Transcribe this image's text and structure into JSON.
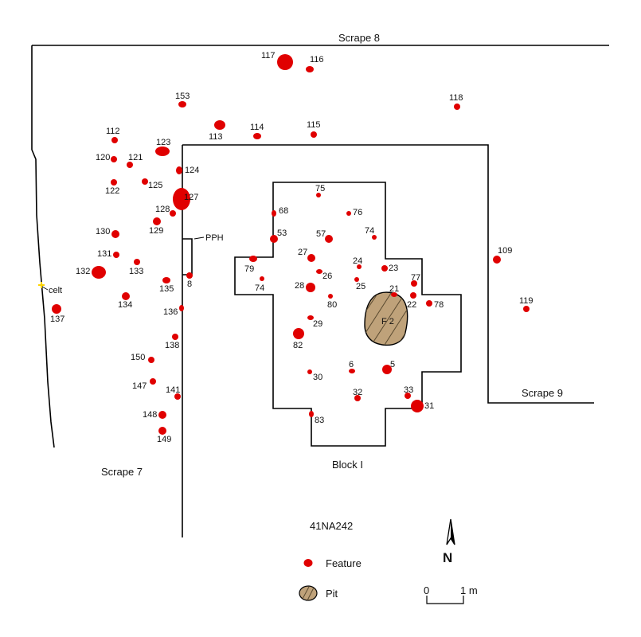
{
  "site_id": "41NA242",
  "areas": {
    "scrape_8": "Scrape 8",
    "scrape_7": "Scrape 7",
    "scrape_9": "Scrape 9",
    "block_1": "Block I"
  },
  "pit": {
    "label": "F 2"
  },
  "artifact": {
    "label": "celt",
    "color": "#ffd400"
  },
  "datum": {
    "label": "PPH"
  },
  "legend": {
    "feature": "Feature",
    "pit": "Pit"
  },
  "scale_bar": {
    "start": "0",
    "end": "1 m"
  },
  "north_arrow": {
    "letter": "N"
  },
  "colors": {
    "feature": "#e00000",
    "pit_fill": "#bfa27a",
    "pit_hatch": "#5a4a30",
    "line": "#000000"
  },
  "features": [
    {
      "id": "117",
      "label": "117"
    },
    {
      "id": "116",
      "label": "116"
    },
    {
      "id": "153",
      "label": "153"
    },
    {
      "id": "118",
      "label": "118"
    },
    {
      "id": "113",
      "label": "113"
    },
    {
      "id": "114",
      "label": "114"
    },
    {
      "id": "115",
      "label": "115"
    },
    {
      "id": "112",
      "label": "112"
    },
    {
      "id": "123",
      "label": "123"
    },
    {
      "id": "120",
      "label": "120"
    },
    {
      "id": "121",
      "label": "121"
    },
    {
      "id": "124",
      "label": "124"
    },
    {
      "id": "125",
      "label": "125"
    },
    {
      "id": "122",
      "label": "122"
    },
    {
      "id": "127",
      "label": "127"
    },
    {
      "id": "128",
      "label": "128"
    },
    {
      "id": "129",
      "label": "129"
    },
    {
      "id": "130",
      "label": "130"
    },
    {
      "id": "131",
      "label": "131"
    },
    {
      "id": "133",
      "label": "133"
    },
    {
      "id": "132",
      "label": "132"
    },
    {
      "id": "135",
      "label": "135"
    },
    {
      "id": "8",
      "label": "8"
    },
    {
      "id": "134",
      "label": "134"
    },
    {
      "id": "136",
      "label": "136"
    },
    {
      "id": "137",
      "label": "137"
    },
    {
      "id": "138",
      "label": "138"
    },
    {
      "id": "150",
      "label": "150"
    },
    {
      "id": "147",
      "label": "147"
    },
    {
      "id": "141",
      "label": "141"
    },
    {
      "id": "148",
      "label": "148"
    },
    {
      "id": "149",
      "label": "149"
    },
    {
      "id": "75",
      "label": "75"
    },
    {
      "id": "68",
      "label": "68"
    },
    {
      "id": "76",
      "label": "76"
    },
    {
      "id": "53",
      "label": "53"
    },
    {
      "id": "57",
      "label": "57"
    },
    {
      "id": "74a",
      "label": "74"
    },
    {
      "id": "27",
      "label": "27"
    },
    {
      "id": "24",
      "label": "24"
    },
    {
      "id": "23",
      "label": "23"
    },
    {
      "id": "79",
      "label": "79"
    },
    {
      "id": "26",
      "label": "26"
    },
    {
      "id": "74b",
      "label": "74"
    },
    {
      "id": "28",
      "label": "28"
    },
    {
      "id": "25",
      "label": "25"
    },
    {
      "id": "77",
      "label": "77"
    },
    {
      "id": "21",
      "label": "21"
    },
    {
      "id": "80",
      "label": "80"
    },
    {
      "id": "22",
      "label": "22"
    },
    {
      "id": "78",
      "label": "78"
    },
    {
      "id": "29",
      "label": "29"
    },
    {
      "id": "82",
      "label": "82"
    },
    {
      "id": "6",
      "label": "6"
    },
    {
      "id": "5",
      "label": "5"
    },
    {
      "id": "30",
      "label": "30"
    },
    {
      "id": "32",
      "label": "32"
    },
    {
      "id": "33",
      "label": "33"
    },
    {
      "id": "31",
      "label": "31"
    },
    {
      "id": "83",
      "label": "83"
    },
    {
      "id": "109",
      "label": "109"
    },
    {
      "id": "119",
      "label": "119"
    }
  ]
}
